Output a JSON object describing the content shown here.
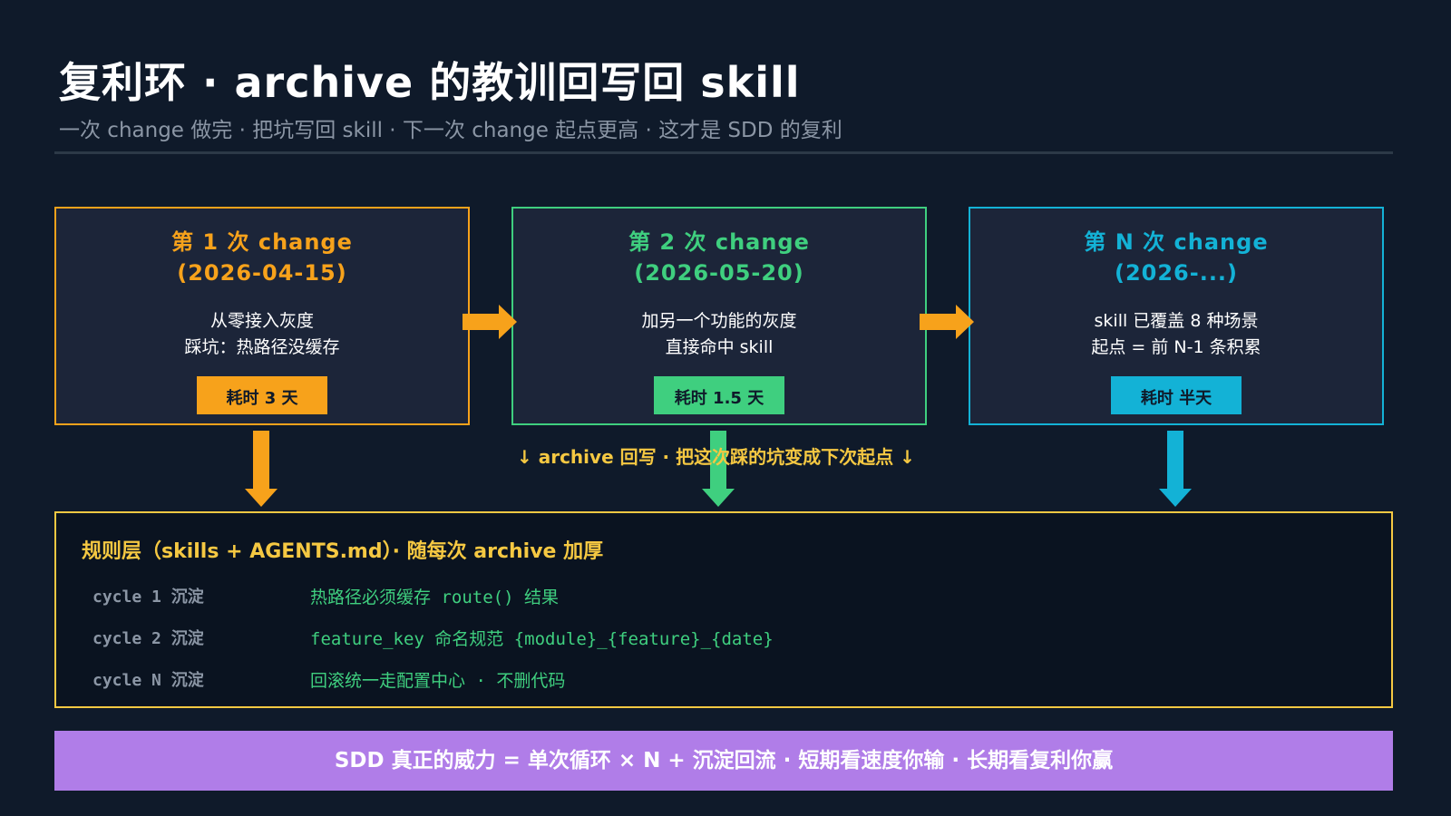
{
  "title": "复利环 · archive 的教训回写回 skill",
  "subtitle": "一次 change 做完 · 把坑写回 skill · 下一次 change 起点更高 · 这才是 SDD 的复利",
  "cards": [
    {
      "title_line1": "第 1 次 change",
      "title_line2": "(2026-04-15)",
      "desc_line1": "从零接入灰度",
      "desc_line2": "踩坑：热路径没缓存",
      "badge": "耗时 3 天",
      "color": "#f7a21b"
    },
    {
      "title_line1": "第 2 次 change",
      "title_line2": "(2026-05-20)",
      "desc_line1": "加另一个功能的灰度",
      "desc_line2": "直接命中 skill",
      "badge": "耗时 1.5 天",
      "color": "#3fcf7f"
    },
    {
      "title_line1": "第 N 次 change",
      "title_line2": "(2026-...)",
      "desc_line1": "skill 已覆盖 8 种场景",
      "desc_line2": "起点 = 前 N-1 条积累",
      "badge": "耗时 半天",
      "color": "#13b2d6"
    }
  ],
  "archive_note": "↓ archive 回写 · 把这次踩的坑变成下次起点 ↓",
  "rules": {
    "title": "规则层（skills + AGENTS.md）· 随每次 archive 加厚",
    "rows": [
      {
        "label": "cycle 1 沉淀",
        "value": "热路径必须缓存 route() 结果"
      },
      {
        "label": "cycle 2 沉淀",
        "value": "feature_key 命名规范 {module}_{feature}_{date}"
      },
      {
        "label": "cycle N 沉淀",
        "value": "回滚统一走配置中心 · 不删代码"
      }
    ]
  },
  "banner": "SDD 真正的威力 = 单次循环 × N + 沉淀回流 · 短期看速度你输 · 长期看复利你赢",
  "colors": {
    "background": "#0f1a2a",
    "orange": "#f7a21b",
    "green": "#3fcf7f",
    "cyan": "#13b2d6",
    "yellow": "#f5c842",
    "purple": "#b07de8"
  }
}
